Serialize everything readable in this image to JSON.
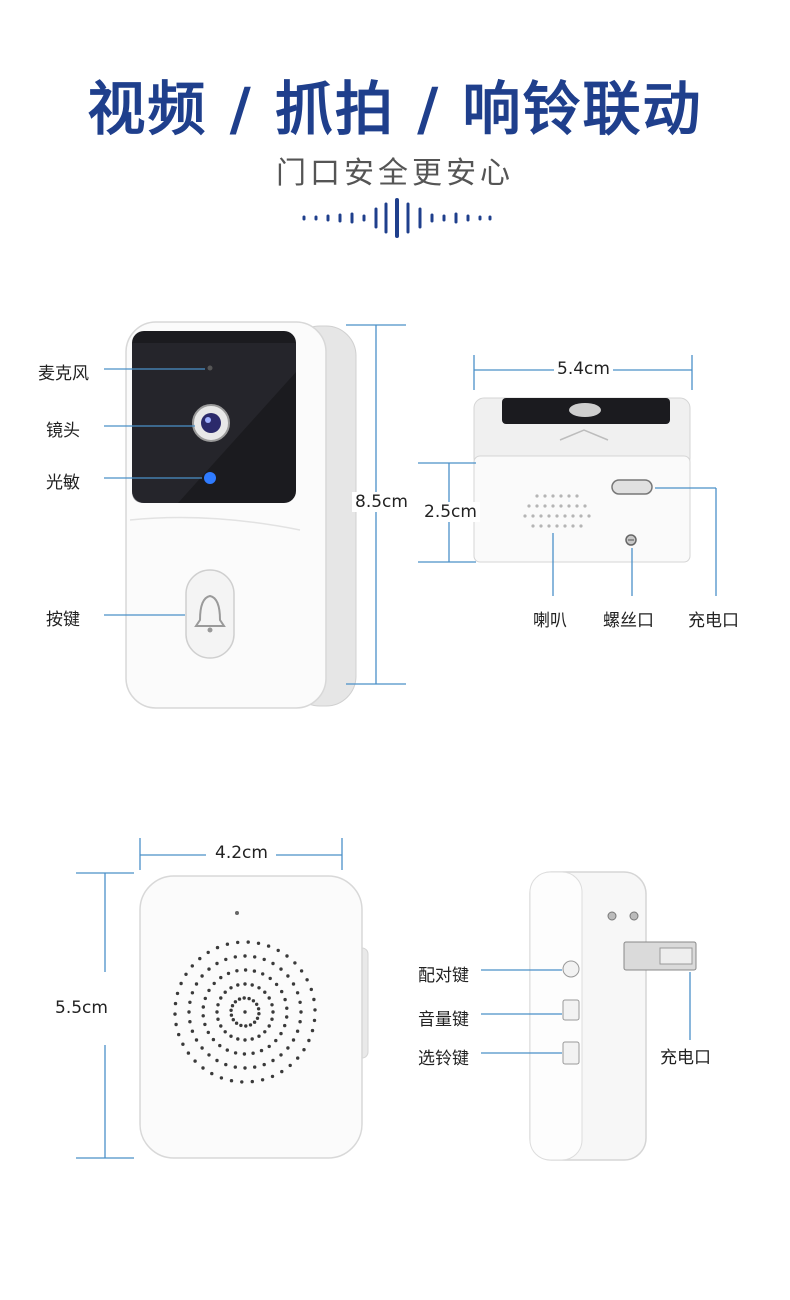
{
  "header": {
    "title": "视频 / 抓拍 / 响铃联动",
    "subtitle": "门口安全更安心"
  },
  "doorbell_front": {
    "labels": {
      "mic": "麦克风",
      "lens": "镜头",
      "light_sensor": "光敏",
      "button": "按键"
    },
    "height": "8.5cm"
  },
  "doorbell_bottom": {
    "width": "5.4cm",
    "depth": "2.5cm",
    "labels": {
      "speaker": "喇叭",
      "screw_hole": "螺丝口",
      "charge_port": "充电口"
    }
  },
  "receiver_front": {
    "width": "4.2cm",
    "height": "5.5cm"
  },
  "receiver_side": {
    "labels": {
      "pair_key": "配对键",
      "volume_key": "音量键",
      "ringtone_key": "选铃键",
      "charge_port": "充电口"
    }
  },
  "colors": {
    "accent": "#1f3f8c",
    "dimension_line": "#4a90c8"
  }
}
